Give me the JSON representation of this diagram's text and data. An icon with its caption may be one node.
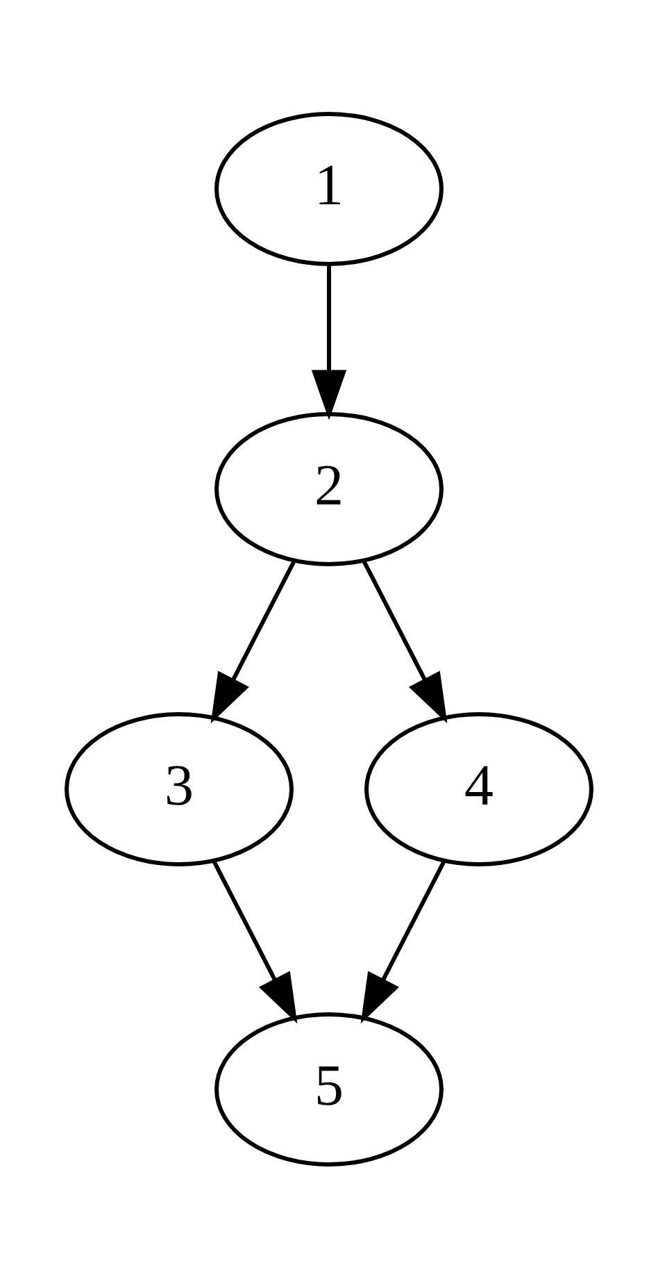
{
  "diagram": {
    "nodes": [
      {
        "text": [
          "1"
        ]
      },
      {
        "text": [
          "2"
        ]
      },
      {
        "text": [
          "3"
        ]
      },
      {
        "text": [
          "4"
        ]
      },
      {
        "text": [
          "5"
        ]
      }
    ],
    "edges": [
      {
        "from": 0,
        "to": 1,
        "arrow": "to"
      },
      {
        "from": 1,
        "to": 2,
        "arrow": "to"
      },
      {
        "from": 1,
        "to": 3,
        "arrow": "to"
      },
      {
        "from": 2,
        "to": 4,
        "arrow": "to"
      },
      {
        "from": 3,
        "to": 4,
        "arrow": "to"
      }
    ]
  }
}
